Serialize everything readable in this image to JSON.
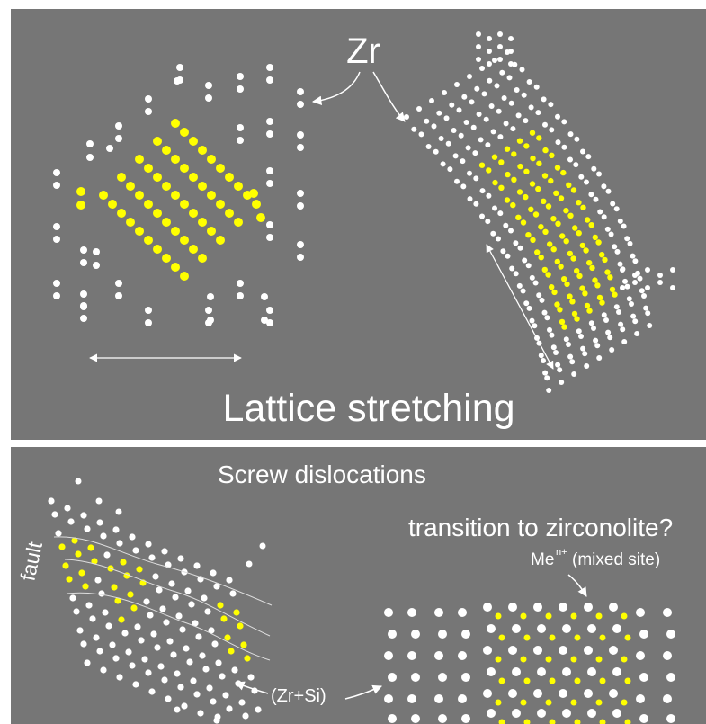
{
  "top": {
    "zr_label": "Zr",
    "caption": "Lattice stretching"
  },
  "bottom": {
    "title_screw": "Screw dislocations",
    "title_transition": "transition to zirconolite?",
    "fault_label": "fault",
    "me_label": "Me",
    "me_superscript": "n+",
    "mixed_site_label": "(mixed site)",
    "zrsi_label": "(Zr+Si)"
  },
  "colors": {
    "background": "#767676",
    "white_atom": "#ffffff",
    "yellow_atom": "#ffff00"
  }
}
